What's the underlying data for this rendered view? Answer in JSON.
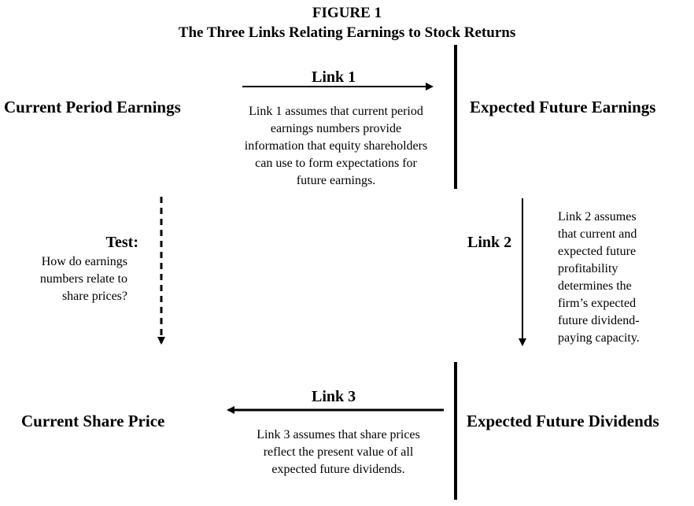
{
  "figure": {
    "label": "FIGURE 1",
    "title": "The Three Links Relating Earnings to Stock Returns"
  },
  "nodes": {
    "current_period_earnings": "Current Period Earnings",
    "expected_future_earnings": "Expected Future Earnings",
    "current_share_price": "Current Share Price",
    "expected_future_dividends": "Expected Future Dividends"
  },
  "links": {
    "link1": {
      "label": "Link 1",
      "description": [
        "Link 1 assumes that current period",
        "earnings numbers provide",
        "information that equity shareholders",
        "can use to form expectations for",
        "future earnings."
      ]
    },
    "link2": {
      "label": "Link 2",
      "description": [
        "Link 2 assumes",
        "that current and",
        "expected future",
        "profitability",
        "determines the",
        "firm’s expected",
        "future dividend-",
        "paying capacity."
      ]
    },
    "link3": {
      "label": "Link 3",
      "description": [
        "Link 3 assumes that share prices",
        "reflect the present value of all",
        "expected future dividends."
      ]
    }
  },
  "test": {
    "label": "Test:",
    "question": [
      "How do earnings",
      "numbers relate to",
      "share prices?"
    ]
  }
}
